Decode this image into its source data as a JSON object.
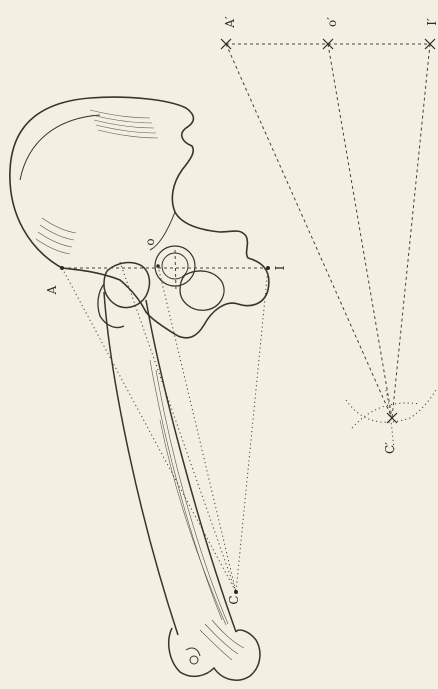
{
  "labels": {
    "A": "A",
    "o": "o",
    "I": "I",
    "C": "C",
    "A_prime": "A′",
    "o_prime": "o′",
    "I_prime": "I′",
    "C_prime": "C′"
  },
  "colors": {
    "paper": "#f4efe3",
    "ink": "#3a342c"
  }
}
